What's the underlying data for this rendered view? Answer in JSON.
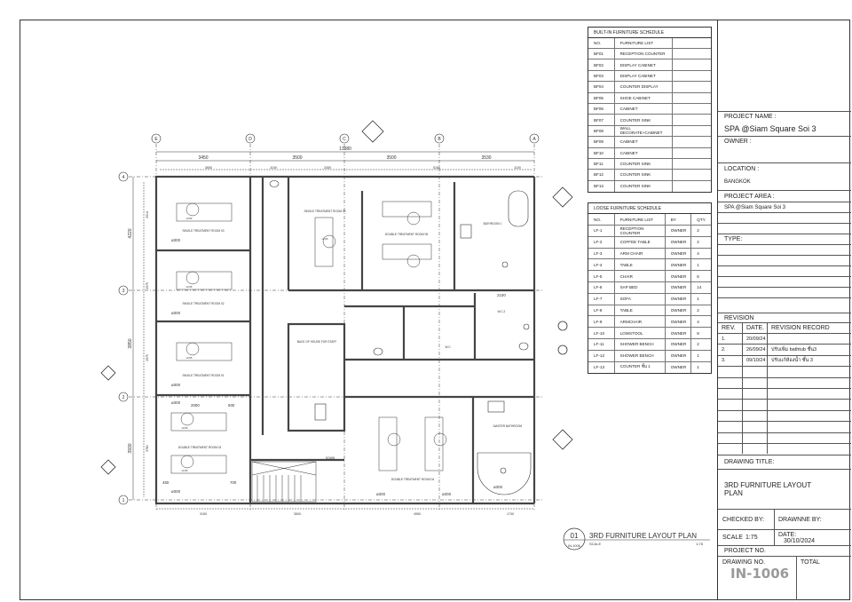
{
  "builtin_schedule": {
    "title": "BUILT-IN FURNITURE SCHEDULE",
    "headers": [
      "NO.",
      "FURNITURE LIST",
      ""
    ],
    "rows": [
      [
        "BF01",
        "RECEPTION COUNTER"
      ],
      [
        "BF02",
        "DISPLAY CABINET"
      ],
      [
        "BF03",
        "DISPLAY CABINET"
      ],
      [
        "BF04",
        "COUNTER DISPLAY"
      ],
      [
        "BF05",
        "SHOE CABINET"
      ],
      [
        "BF06",
        "CABINET"
      ],
      [
        "BF07",
        "COUNTER SINK"
      ],
      [
        "BF08",
        "WALL DECORATE+CABINET"
      ],
      [
        "BF09",
        "CABINET"
      ],
      [
        "BF10",
        "CABINET"
      ],
      [
        "BF11",
        "COUNTER SINK"
      ],
      [
        "BF12",
        "COUNTER SINK"
      ],
      [
        "BF13",
        "COUNTER SINK"
      ]
    ]
  },
  "loose_schedule": {
    "title": "LOOSE FURNITURE SCHEDULE",
    "headers": [
      "NO.",
      "FURNITURE LIST",
      "BY",
      "QTY."
    ],
    "rows": [
      [
        "LF-1",
        "RECEPTION COUNTER",
        "OWNER",
        "2"
      ],
      [
        "LF-2",
        "COFFEE TABLE",
        "OWNER",
        "2"
      ],
      [
        "LF-3",
        "ARM CHAIR",
        "OWNER",
        "4"
      ],
      [
        "LF-4",
        "TABLE",
        "OWNER",
        "1"
      ],
      [
        "LF-5",
        "CHAIR",
        "OWNER",
        "6"
      ],
      [
        "LF-6",
        "SAP BED",
        "OWNER",
        "14"
      ],
      [
        "LF-7",
        "SOFA",
        "OWNER",
        "1"
      ],
      [
        "LF-8",
        "TABLE",
        "OWNER",
        "2"
      ],
      [
        "LF-9",
        "ARMCHAIR",
        "OWNER",
        "4"
      ],
      [
        "LF-10",
        "LOWSTOOL",
        "OWNER",
        "8"
      ],
      [
        "LF-11",
        "SHOWER BENCH",
        "OWNER",
        "2"
      ],
      [
        "LF-12",
        "SHOWER BENCH",
        "OWNER",
        "1"
      ],
      [
        "LF-13",
        "COUNTER ชั้น 1",
        "OWNER",
        "1"
      ]
    ]
  },
  "title_block": {
    "project_name_label": "PROJECT NAME :",
    "project_name": "SPA @Siam Square Soi 3",
    "owner_label": "OWNER :",
    "location_label": "LOCATION :",
    "location": "BANGKOK",
    "project_area_label": "PROJECT AREA :",
    "project_area": "SPA @Siam Square Soi 3",
    "type_label": "TYPE:",
    "revision_label": "REVISION",
    "rev_headers": [
      "REV.",
      "DATE.",
      "REVISION RECORD"
    ],
    "revisions": [
      [
        "1.",
        "20/09/24",
        ""
      ],
      [
        "2.",
        "26/09/24",
        "ปรับเพิ่ม bathtub ชั้น3"
      ],
      [
        "3.",
        "09/10/24",
        "ปรับแก้ห้องน้ำ ชั้น 3"
      ]
    ],
    "drawing_title_label": "DRAWING TITLE:",
    "drawing_title": "3RD FURNITURE LAYOUT PLAN",
    "checked_by_label": "CHECKED BY:",
    "drawn_by_label": "DRAWNNE BY:",
    "scale_label": "SCALE",
    "scale": "1:75",
    "date_label": "DATE:",
    "date": "30/10/2024",
    "project_no_label": "PROJECT NO.",
    "drawing_no_label": "DRAWING NO.",
    "drawing_no": "IN-1006",
    "total_label": "TOTAL"
  },
  "plan": {
    "grid_cols": [
      "E",
      "D",
      "C",
      "B",
      "A"
    ],
    "grid_rows": [
      "4",
      "3",
      "2",
      "1"
    ],
    "overall_dim": "13980",
    "top_dims": [
      "3450",
      "3500",
      "3500",
      "3530"
    ],
    "sub_dims": [
      "3650",
      "1100",
      "2450",
      "5180",
      "1100"
    ],
    "bottom_dims": [
      "3150",
      "3500",
      "4950",
      "1730"
    ],
    "left_dims": [
      "4220",
      "3850",
      "3930"
    ],
    "inner_dims": [
      "2514",
      "2575",
      "2575",
      "3780"
    ],
    "rooms": {
      "str03": "SINGLE TREATMENT ROOM 03",
      "str02": "SINGLE TREATMENT ROOM 02",
      "str01": "SINGLE TREATMENT ROOM 01",
      "dtr03": "DOUBLE TREATMENT ROOM 03",
      "str04": "SINGLE TREATMENT ROOM 04",
      "dtr05": "DOUBLE TREATMENT ROOM 05",
      "bath1": "BATHROOM 1",
      "wc2": "W.C.2",
      "wc": "W.C.",
      "boh": "BACK OF HOUSE FOR STAFF",
      "dtr04": "DOUBLE TREATMENT ROOM 04",
      "master": "MASTER BATHROOM",
      "down": "DOWN"
    },
    "tag_lf6": "LF06",
    "tag_300": "ø300",
    "misc_dims": [
      "2000",
      "500",
      "600",
      "450",
      "700",
      "600",
      "1000",
      "2120",
      "2100"
    ],
    "caption_no": "01",
    "caption_sheet": "IN-1006",
    "caption_title": "3RD FURNITURE LAYOUT PLAN",
    "caption_scale_label": "SCALE",
    "caption_scale": "1:75"
  }
}
